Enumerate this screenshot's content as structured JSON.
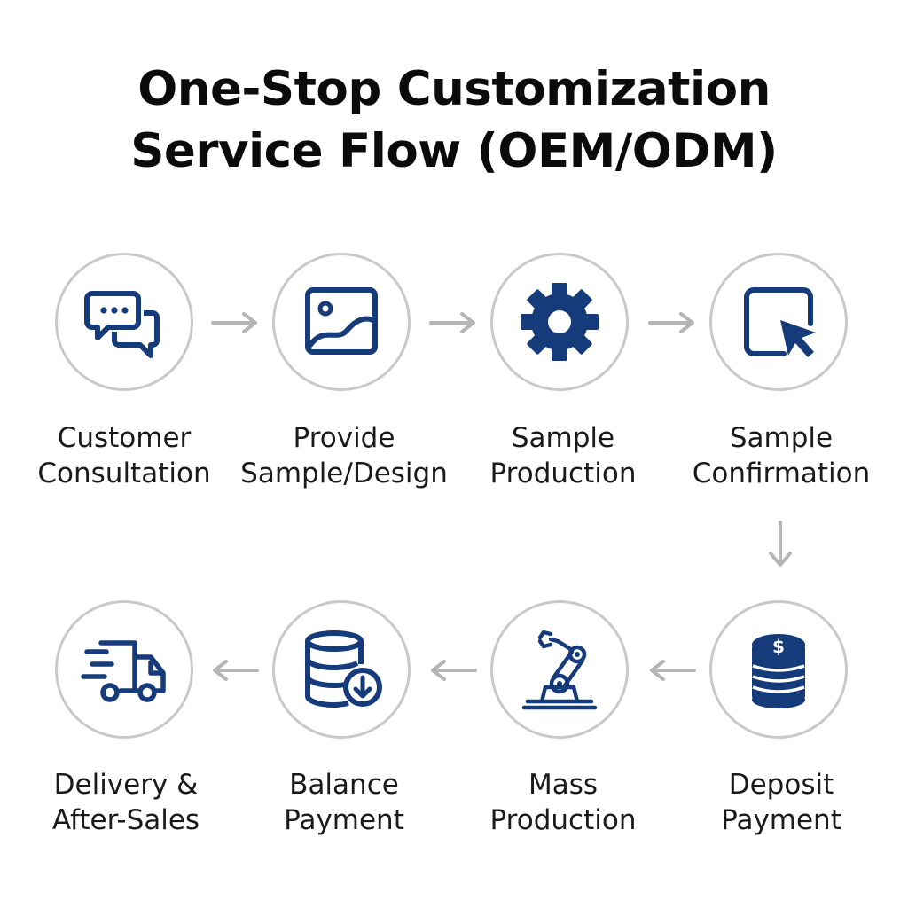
{
  "title": {
    "line1": "One-Stop Customization",
    "line2": "Service Flow (OEM/ODM)"
  },
  "colors": {
    "icon": "#163b7a",
    "circle_border": "#c9c9c9",
    "arrow": "#b5b5b5"
  },
  "steps": [
    {
      "icon": "chat-bubbles-icon",
      "line1": "Customer",
      "line2": "Consultation"
    },
    {
      "icon": "image-icon",
      "line1": "Provide",
      "line2": "Sample/Design"
    },
    {
      "icon": "gear-icon",
      "line1": "Sample",
      "line2": "Production"
    },
    {
      "icon": "cursor-box-icon",
      "line1": "Sample",
      "line2": "Confirmation"
    },
    {
      "icon": "dollar-coins-icon",
      "line1": "Deposit",
      "line2": "Payment"
    },
    {
      "icon": "robot-arm-icon",
      "line1": "Mass",
      "line2": "Production"
    },
    {
      "icon": "database-download-icon",
      "line1": "Balance",
      "line2": "Payment"
    },
    {
      "icon": "delivery-truck-icon",
      "line1": "Delivery &",
      "line2": "After-Sales"
    }
  ]
}
